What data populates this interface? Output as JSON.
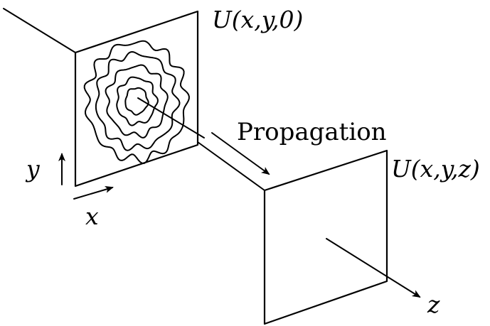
{
  "labels": {
    "source_field": "U(x,y,0)",
    "propagation": "Propagation",
    "target_field": "U(x,y,z)",
    "axis_y": "y",
    "axis_x": "x",
    "axis_z": "z"
  },
  "colors": {
    "ink": "#000000",
    "background": "#ffffff"
  },
  "contour_rings": 5
}
